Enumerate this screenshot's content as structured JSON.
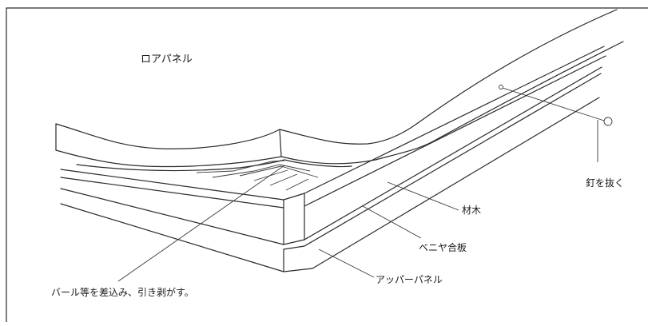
{
  "title": "ロアパネル",
  "labels": {
    "nail": "釘を抜く",
    "lumber": "材木",
    "plywood": "ベニヤ合板",
    "upper_panel": "アッパーパネル",
    "bar_instruction": "バール等を差込み、引き剥がす。"
  }
}
